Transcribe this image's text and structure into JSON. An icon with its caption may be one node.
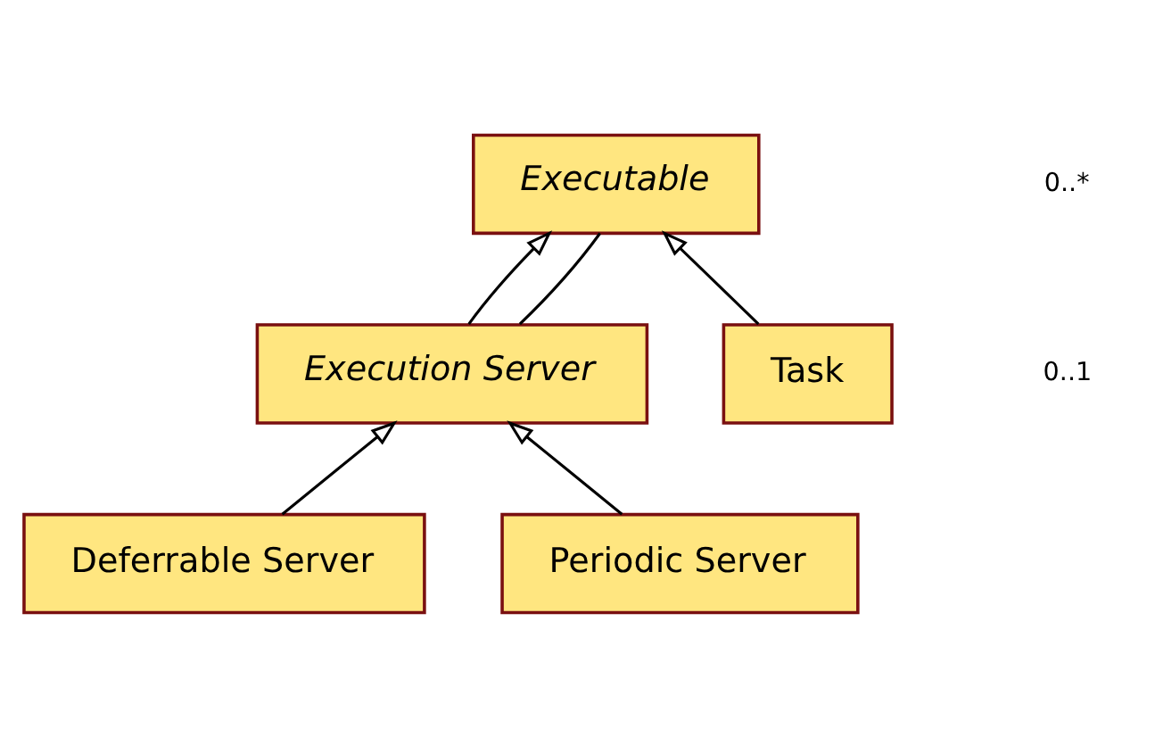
{
  "diagram": {
    "nodes": [
      {
        "text": [
          "Executable"
        ]
      },
      {
        "text": [
          "Task"
        ]
      },
      {
        "text": [
          "Execution Server"
        ]
      },
      {
        "text": [
          "Deferrable Server"
        ]
      },
      {
        "text": [
          "Periodic Server"
        ]
      }
    ],
    "edges": [
      {
        "from": 1,
        "to": 0,
        "arrow": "to"
      },
      {
        "from": 2,
        "to": 0,
        "arrow": "to"
      },
      {
        "from": 3,
        "to": 2,
        "arrow": "to"
      },
      {
        "from": 4,
        "to": 2,
        "arrow": "to"
      },
      {
        "from": 0,
        "to": 2,
        "arrow": "none"
      }
    ],
    "labels": [
      "0..*",
      "0..1"
    ]
  }
}
